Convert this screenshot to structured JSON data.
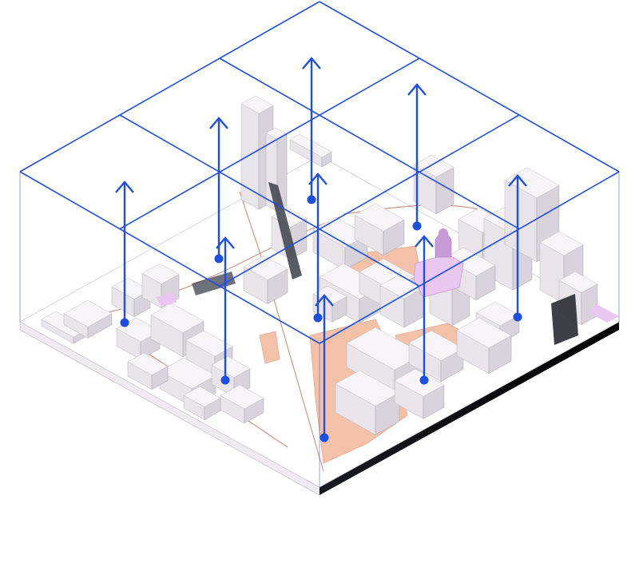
{
  "colors": {
    "grid": "#1f4fe0",
    "arrow": "#1f4fe0",
    "dot": "#1f4fe0",
    "base_top": "#ffffff",
    "base_outline": "#c9c3c8",
    "slab_left": "#f2eef2",
    "slab_right": "#0b0b0f",
    "building_light": "#f7f4f7",
    "building_mid": "#e9e4ea",
    "building_dark": "#d8d2da",
    "building_shadow": "#2a2a33",
    "plaza": "#f1b79a",
    "plaza_edge": "#e59b7b",
    "accent_pink": "#e9c7f0",
    "accent_purple": "#c79ad8",
    "street_line": "#b86b52"
  },
  "grid": {
    "rows": 3,
    "cols": 3
  },
  "arrow_count": 9
}
